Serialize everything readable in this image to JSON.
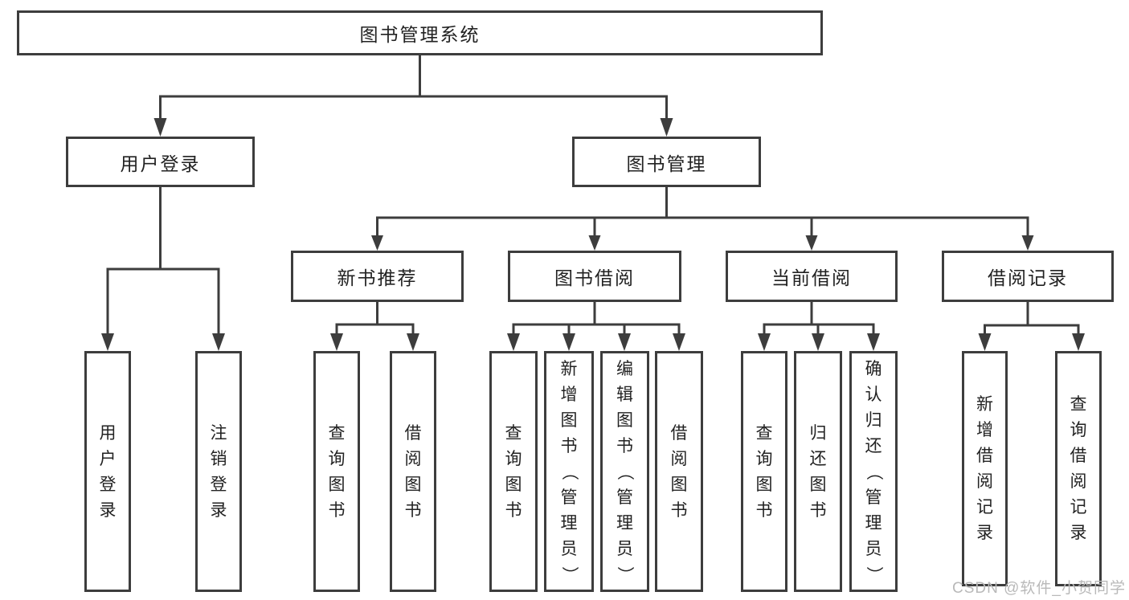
{
  "title": "图书管理系统",
  "watermark": "CSDN @软件_小贺同学",
  "colors": {
    "line": "#3d3d3d",
    "text": "#222222",
    "watermark": "#b9b9b9",
    "background": "#ffffff"
  },
  "tree": {
    "root": {
      "label": "图书管理系统"
    },
    "user_login": {
      "label": "用户登录",
      "leaves": [
        "用户登录",
        "注销登录"
      ]
    },
    "book_mgmt": {
      "label": "图书管理"
    },
    "new_books": {
      "label": "新书推荐",
      "leaves": [
        "查询图书",
        "借阅图书"
      ]
    },
    "book_borrow": {
      "label": "图书借阅",
      "leaves": [
        "查询图书",
        "新增图书（管理员）",
        "编辑图书（管理员）",
        "借阅图书"
      ]
    },
    "current_borrow": {
      "label": "当前借阅",
      "leaves": [
        "查询图书",
        "归还图书",
        "确认归还（管理员）"
      ]
    },
    "borrow_records": {
      "label": "借阅记录",
      "leaves": [
        "新增借阅记录",
        "查询借阅记录"
      ]
    }
  }
}
